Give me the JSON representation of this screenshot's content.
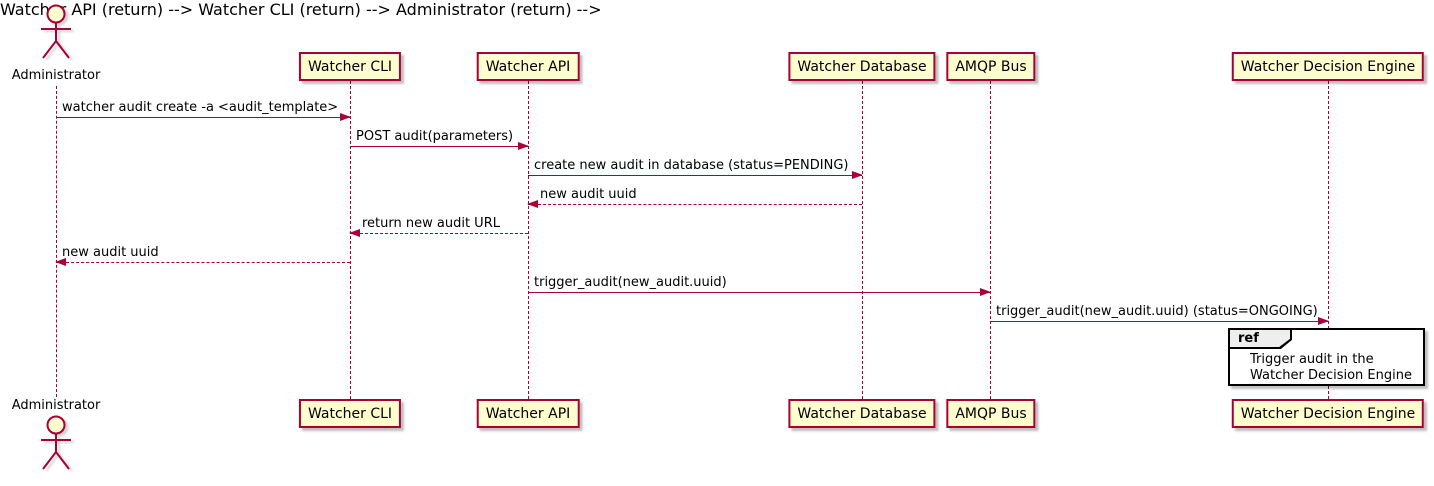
{
  "diagram": {
    "type": "uml-sequence-diagram",
    "participants": [
      {
        "name": "Administrator",
        "type": "actor"
      },
      {
        "name": "Watcher CLI",
        "type": "participant"
      },
      {
        "name": "Watcher API",
        "type": "participant"
      },
      {
        "name": "Watcher Database",
        "type": "participant"
      },
      {
        "name": "AMQP Bus",
        "type": "participant"
      },
      {
        "name": "Watcher Decision Engine",
        "type": "participant"
      }
    ],
    "messages": [
      {
        "from": "Administrator",
        "to": "Watcher CLI",
        "label": "watcher audit create -a <audit_template>",
        "style": "solid"
      },
      {
        "from": "Watcher CLI",
        "to": "Watcher API",
        "label": "POST audit(parameters)",
        "style": "solid"
      },
      {
        "from": "Watcher API",
        "to": "Watcher Database",
        "label": "create new audit in database (status=PENDING)",
        "style": "solid"
      },
      {
        "from": "Watcher Database",
        "to": "Watcher API",
        "label": "new audit uuid",
        "style": "dashed"
      },
      {
        "from": "Watcher API",
        "to": "Watcher CLI",
        "label": "return new audit URL",
        "style": "dashed"
      },
      {
        "from": "Watcher CLI",
        "to": "Administrator",
        "label": "new audit uuid",
        "style": "dashed"
      },
      {
        "from": "Watcher API",
        "to": "AMQP Bus",
        "label": "trigger_audit(new_audit.uuid)",
        "style": "solid"
      },
      {
        "from": "AMQP Bus",
        "to": "Watcher Decision Engine",
        "label": "trigger_audit(new_audit.uuid) (status=ONGOING)",
        "style": "solid"
      }
    ],
    "ref": {
      "keyword": "ref",
      "over": "Watcher Decision Engine",
      "lines": [
        "Trigger audit in the",
        "Watcher Decision Engine"
      ]
    },
    "colors": {
      "border": "#a80036",
      "participant_fill": "#fefece",
      "text": "#000000",
      "ref_border": "#000000",
      "ref_header_fill": "#eeeeee",
      "bg": "#ffffff"
    }
  }
}
